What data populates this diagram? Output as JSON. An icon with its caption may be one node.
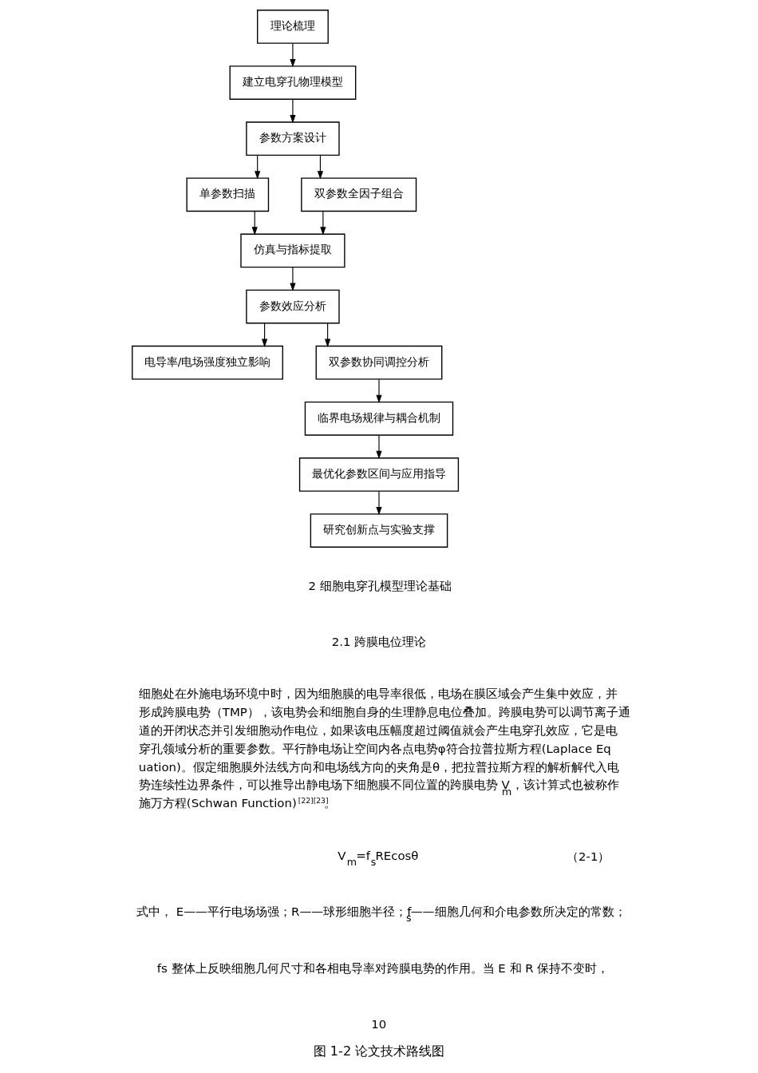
{
  "diagram": {
    "caption": "图 1-2 论文技术路线图",
    "nodes": [
      {
        "text": [
          "理论梳理"
        ]
      },
      {
        "text": [
          "建立电穿孔物理模型"
        ]
      },
      {
        "text": [
          "参数方案设计"
        ]
      },
      {
        "text": [
          "单参数扫描"
        ]
      },
      {
        "text": [
          "双参数全因子组合"
        ]
      },
      {
        "text": [
          "仿真与指标提取"
        ]
      },
      {
        "text": [
          "参数效应分析"
        ]
      },
      {
        "text": [
          "电导率/电场强度独立影响"
        ]
      },
      {
        "text": [
          "双参数协同调控分析"
        ]
      },
      {
        "text": [
          "临界电场规律与耦合机制"
        ]
      },
      {
        "text": [
          "最优化参数区间与应用指导"
        ]
      },
      {
        "text": [
          "研究创新点与实验支撑"
        ]
      }
    ],
    "edges": [
      {
        "from": 0,
        "to": 1,
        "arrow": "to"
      },
      {
        "from": 1,
        "to": 2,
        "arrow": "to"
      },
      {
        "from": 2,
        "to": 3,
        "arrow": "to"
      },
      {
        "from": 2,
        "to": 4,
        "arrow": "to"
      },
      {
        "from": 3,
        "to": 5,
        "arrow": "to"
      },
      {
        "from": 4,
        "to": 5,
        "arrow": "to"
      },
      {
        "from": 5,
        "to": 6,
        "arrow": "to"
      },
      {
        "from": 6,
        "to": 7,
        "arrow": "to"
      },
      {
        "from": 6,
        "to": 8,
        "arrow": "to"
      },
      {
        "from": 8,
        "to": 9,
        "arrow": "to"
      },
      {
        "from": 9,
        "to": 10,
        "arrow": "to"
      },
      {
        "from": 10,
        "to": 11,
        "arrow": "to"
      }
    ],
    "labels": [
      "2 细胞电穿孔模型理论基础",
      "2.1 跨膜电位理论",
      "细胞处在外施电场环境中时，因为细胞膜的电导率很低，电场在膜区域会产生集中效应，并形成跨膜电势（TMP），该电势会和细胞自身的生理静息电位叠加。跨膜电势可以调节离子通道的开闭状态并引发细胞动作电位，如果该电压幅度超过阈值就会产生电穿孔效应，它是电穿孔领域分析的重要参数。平行静电场让空间内各点电势φ符合拉普拉斯方程(Laplace Equation)。假定细胞膜外法线方向和电场线方向的夹角是θ，把拉普拉斯方程的解析解代入电势连续性边界条件，可以推导出静电场下细胞膜不同位置的跨膜电势 V$_{m}$，该计算式也被称作施万方程(Schwan Function)$^{[22][23]}$。",
      "V$_{m}$=f$_{s}$REcosθ",
      "（2-1）",
      "式中， E——平行电场场强；R——球形细胞半径；f$_{s}$——细胞几何和介电参数所决定的常数；",
      "fs 整体上反映细胞几何尺寸和各相电导率对跨膜电势的作用。当 E 和 R 保持不变时，",
      "10"
    ]
  }
}
